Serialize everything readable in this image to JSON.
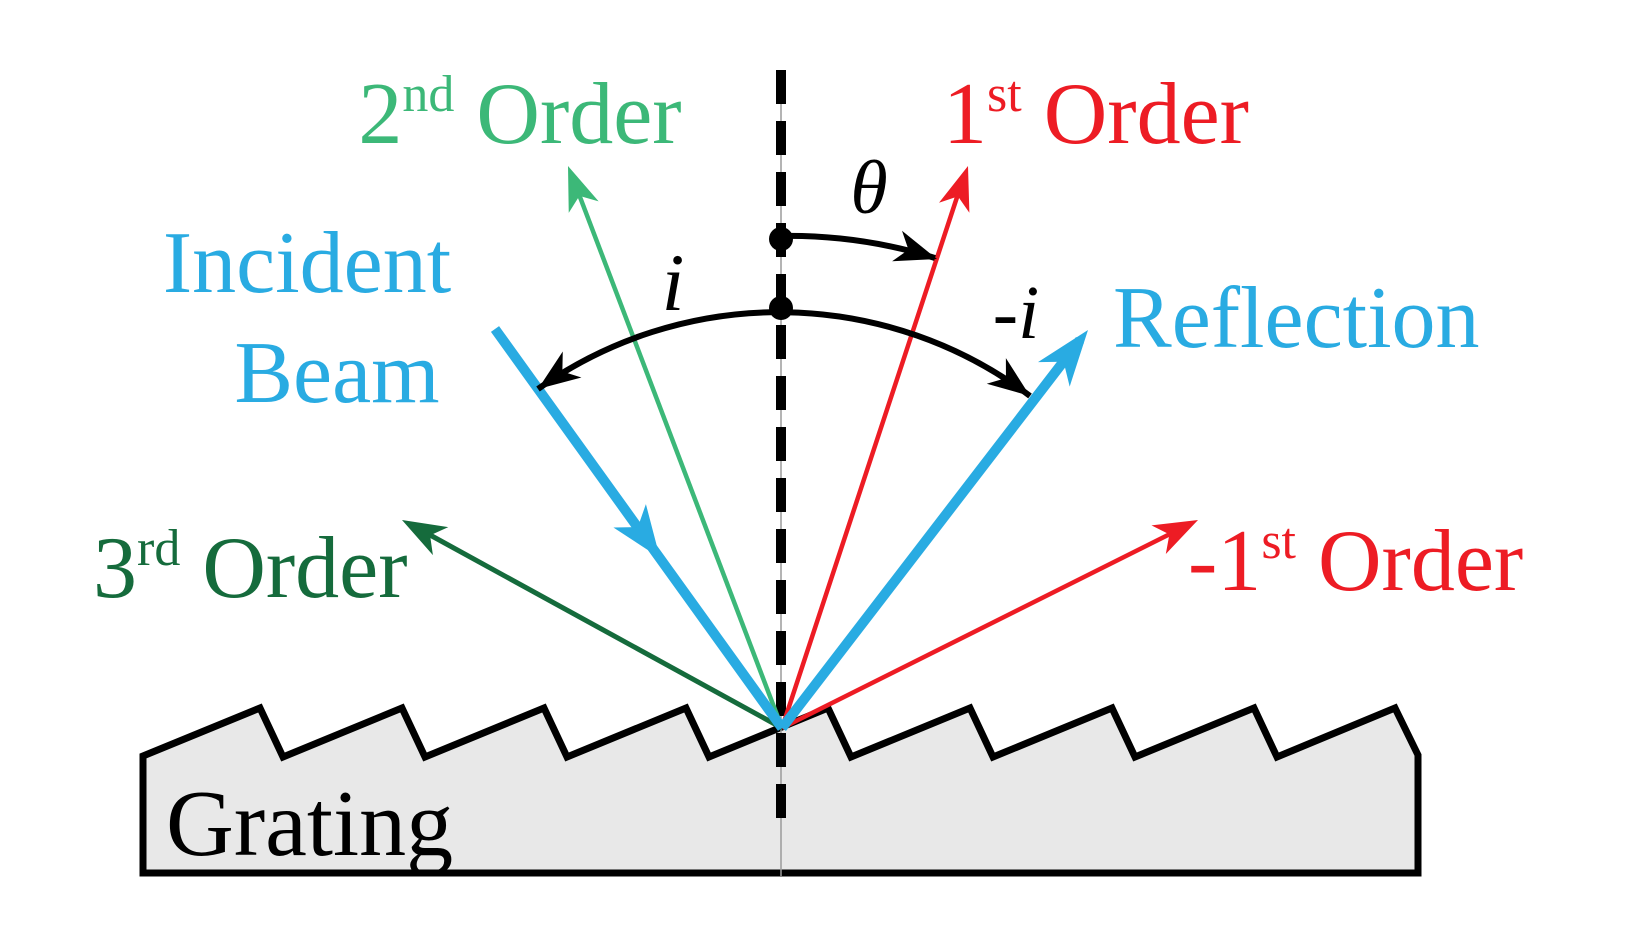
{
  "title": "Diffraction grating diffraction-orders diagram",
  "colors": {
    "cyan": "#29ABE2",
    "red": "#ED1C24",
    "green": "#3CB878",
    "dark_green": "#156B3C",
    "black": "#000000",
    "grating_fill": "#E8E8E8",
    "grating_stroke": "#000000",
    "normal_hairline": "#9B9B9B"
  },
  "labels": {
    "order2": {
      "num": "2",
      "sup": "nd",
      "rest": " Order"
    },
    "order1": {
      "num": "1",
      "sup": "st",
      "rest": " Order"
    },
    "order3": {
      "num": "3",
      "sup": "rd",
      "rest": " Order"
    },
    "order_neg1": {
      "num": "-1",
      "sup": "st",
      "rest": " Order"
    },
    "incident_line1": "Incident",
    "incident_line2": "Beam",
    "reflection": "Reflection",
    "grating": "Grating",
    "angle_incident": "i",
    "angle_theta": "θ",
    "angle_neg_incident": "-i"
  }
}
